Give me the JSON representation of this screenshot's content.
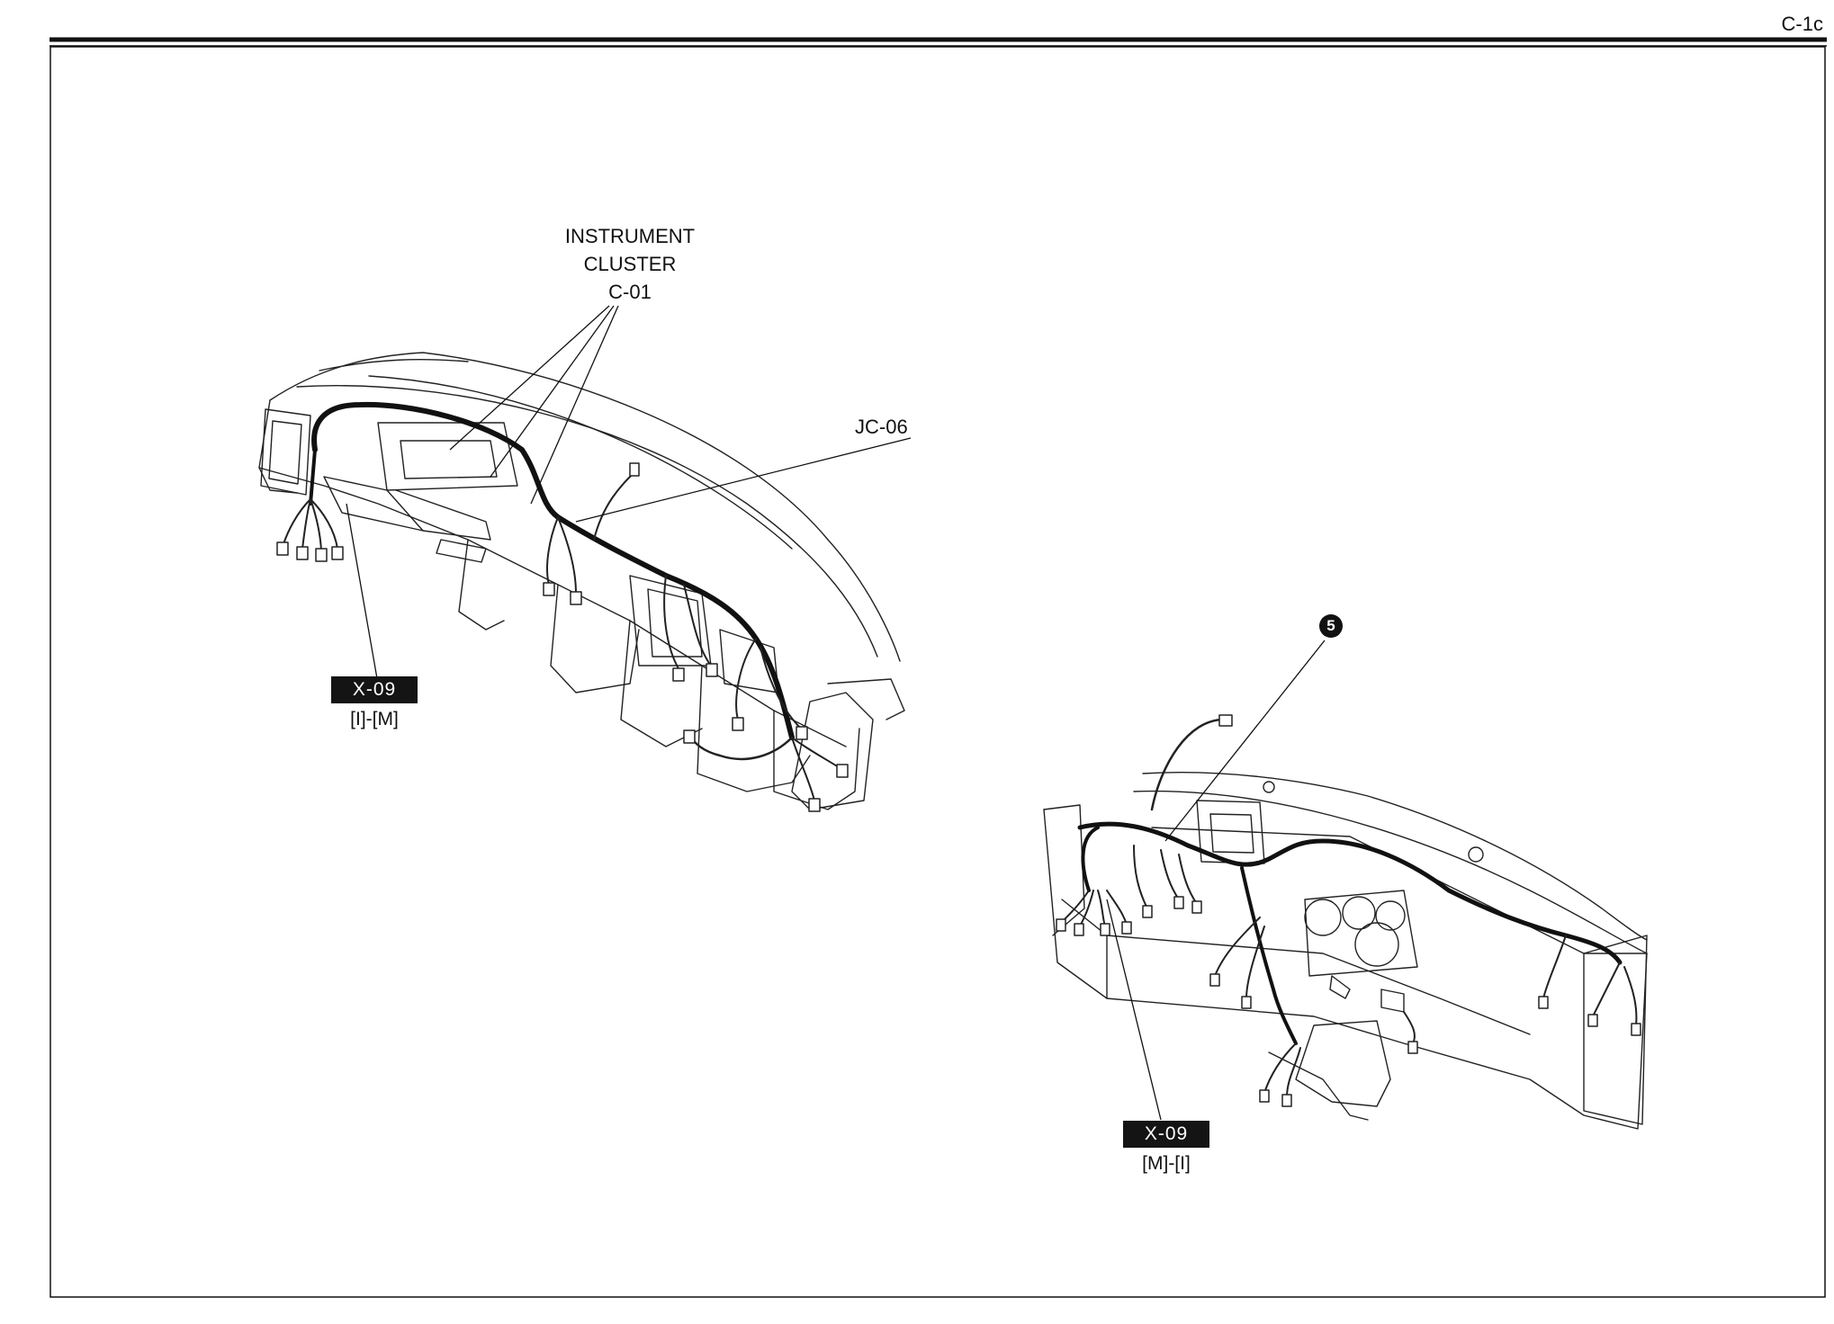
{
  "page": {
    "id": "C-1c"
  },
  "left_view": {
    "cluster_label": [
      "INSTRUMENT",
      "CLUSTER",
      "C-01"
    ],
    "jc_label": "JC-06",
    "connector_code": "X-09",
    "connector_sub": "[I]-[M]"
  },
  "right_view": {
    "callout_number": "5",
    "connector_code": "X-09",
    "connector_sub": "[M]-[I]"
  }
}
